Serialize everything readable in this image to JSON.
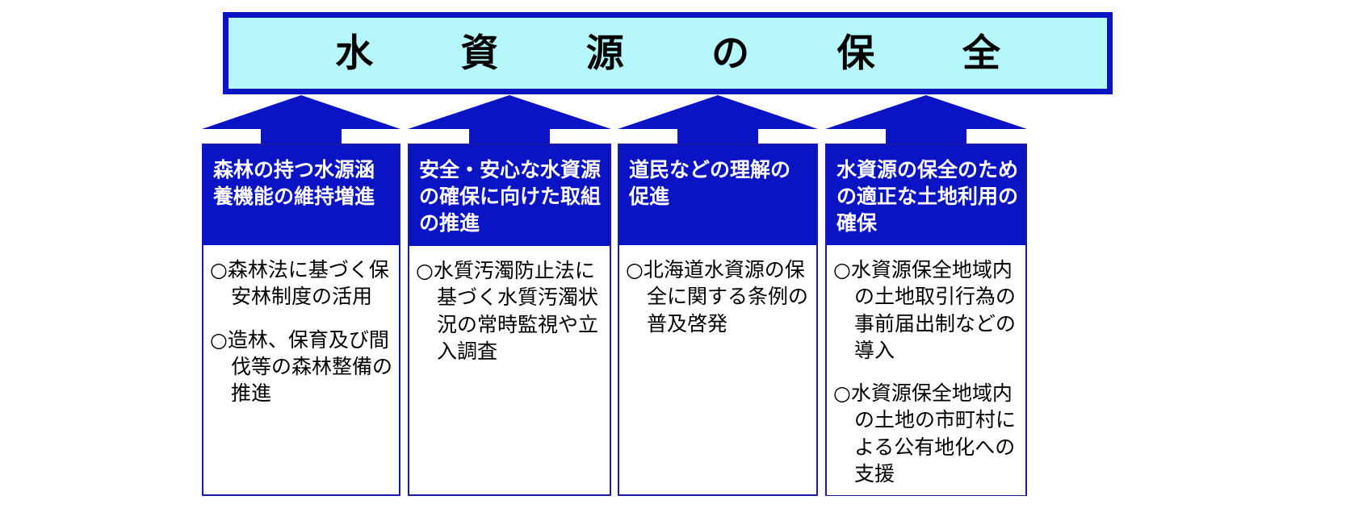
{
  "diagram": {
    "title": "水 資 源 の 保 全",
    "title_plain": "水資源の保全",
    "colors": {
      "banner_fill": "#b5f7fb",
      "banner_border": "#0b14c4",
      "header_fill": "#0b14c4",
      "header_text": "#ffffff",
      "body_fill": "#ffffff",
      "body_text": "#000000",
      "column_border": "#1a1aa8",
      "arrow_fill": "#0b14c4"
    },
    "arrow_icon_name": "up-arrow-icon",
    "bullet_mark": "○",
    "columns": [
      {
        "header": "森林の持つ水源涵養機能の維持増進",
        "bullets": [
          "森林法に基づく保安林制度の活用",
          "造林、保育及び間伐等の森林整備の推進"
        ]
      },
      {
        "header": "安全・安心な水資源の確保に向けた取組の推進",
        "bullets": [
          "水質汚濁防止法に基づく水質汚濁状況の常時監視や立入調査"
        ]
      },
      {
        "header": "道民などの理解の促進",
        "bullets": [
          "北海道水資源の保全に関する条例の普及啓発"
        ]
      },
      {
        "header": "水資源の保全のための適正な土地利用の確保",
        "bullets": [
          "水資源保全地域内の土地取引行為の事前届出制などの導入",
          "水資源保全地域内の土地の市町村による公有地化への支援"
        ]
      }
    ]
  }
}
